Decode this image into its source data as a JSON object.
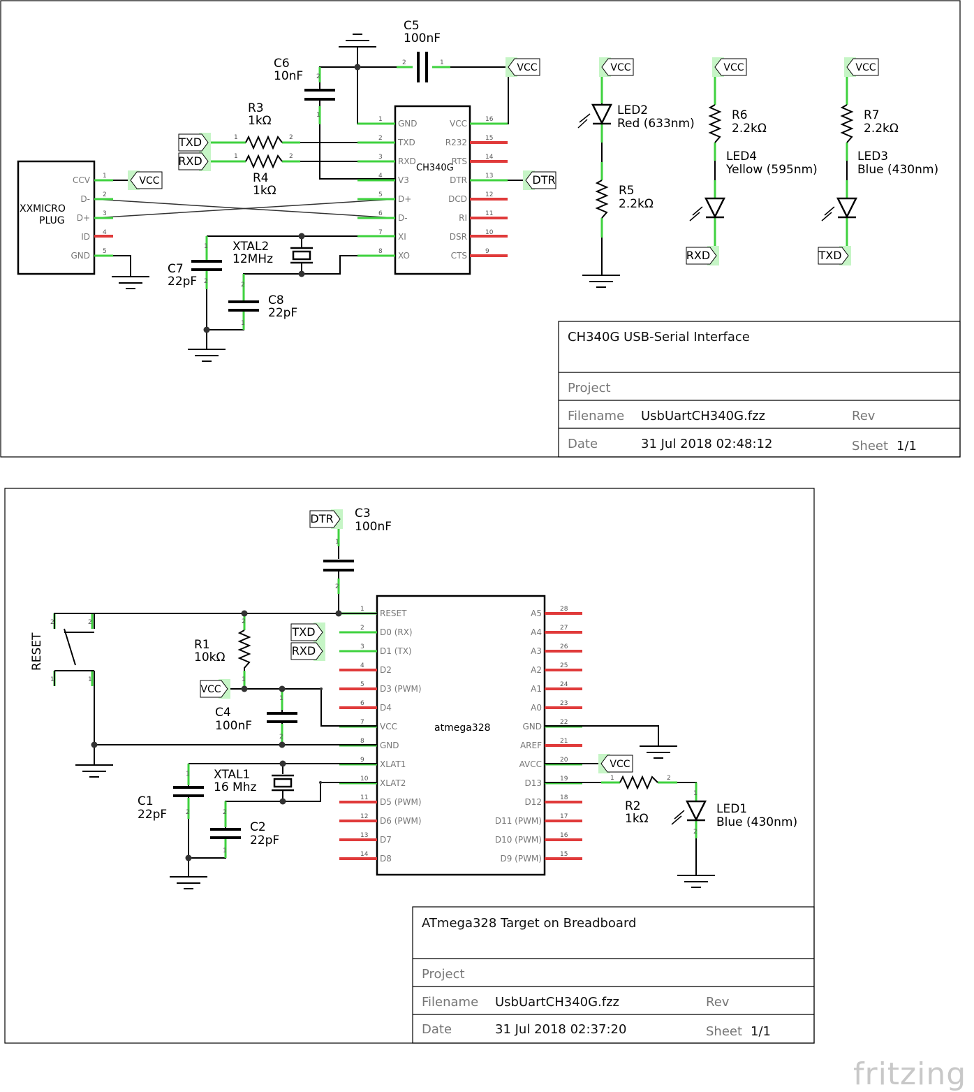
{
  "sheets": [
    {
      "title_block": {
        "title": "CH340G USB-Serial Interface",
        "project_label": "Project",
        "filename_label": "Filename",
        "filename": "UsbUartCH340G.fzz",
        "rev_label": "Rev",
        "date_label": "Date",
        "date": "31 Jul 2018 02:48:12",
        "sheet_label": "Sheet",
        "sheet": "1/1"
      },
      "chip": {
        "name": "CH340G",
        "left_pins": [
          {
            "num": "1",
            "name": "GND"
          },
          {
            "num": "2",
            "name": "TXD"
          },
          {
            "num": "3",
            "name": "RXD"
          },
          {
            "num": "4",
            "name": "V3"
          },
          {
            "num": "5",
            "name": "D+"
          },
          {
            "num": "6",
            "name": "D-"
          },
          {
            "num": "7",
            "name": "XI"
          },
          {
            "num": "8",
            "name": "XO"
          }
        ],
        "right_pins": [
          {
            "num": "16",
            "name": "VCC"
          },
          {
            "num": "15",
            "name": "R232"
          },
          {
            "num": "14",
            "name": "RTS"
          },
          {
            "num": "13",
            "name": "DTR"
          },
          {
            "num": "12",
            "name": "DCD"
          },
          {
            "num": "11",
            "name": "RI"
          },
          {
            "num": "10",
            "name": "DSR"
          },
          {
            "num": "9",
            "name": "CTS"
          }
        ]
      },
      "usb": {
        "name_line1": "XXMICRO",
        "name_line2": "PLUG",
        "pins": [
          {
            "num": "1",
            "name": "CCV"
          },
          {
            "num": "2",
            "name": "D-"
          },
          {
            "num": "3",
            "name": "D+"
          },
          {
            "num": "4",
            "name": "ID"
          },
          {
            "num": "5",
            "name": "GND"
          }
        ]
      },
      "components": {
        "c5": {
          "ref": "C5",
          "value": "100nF"
        },
        "c6": {
          "ref": "C6",
          "value": "10nF"
        },
        "r3": {
          "ref": "R3",
          "value": "1kΩ"
        },
        "r4": {
          "ref": "R4",
          "value": "1kΩ"
        },
        "xtal2": {
          "ref": "XTAL2",
          "value": "12MHz"
        },
        "c7": {
          "ref": "C7",
          "value": "22pF"
        },
        "c8": {
          "ref": "C8",
          "value": "22pF"
        },
        "led2": {
          "ref": "LED2",
          "value": "Red (633nm)"
        },
        "r5": {
          "ref": "R5",
          "value": "2.2kΩ"
        },
        "r6": {
          "ref": "R6",
          "value": "2.2kΩ"
        },
        "led4": {
          "ref": "LED4",
          "value": "Yellow (595nm)"
        },
        "r7": {
          "ref": "R7",
          "value": "2.2kΩ"
        },
        "led3": {
          "ref": "LED3",
          "value": "Blue (430nm)"
        }
      },
      "nets": {
        "vcc": "VCC",
        "txd": "TXD",
        "rxd": "RXD",
        "dtr": "DTR"
      }
    },
    {
      "title_block": {
        "title": "ATmega328 Target on Breadboard",
        "project_label": "Project",
        "filename_label": "Filename",
        "filename": "UsbUartCH340G.fzz",
        "rev_label": "Rev",
        "date_label": "Date",
        "date": "31 Jul 2018 02:37:20",
        "sheet_label": "Sheet",
        "sheet": "1/1"
      },
      "chip": {
        "name": "atmega328",
        "left_pins": [
          {
            "num": "1",
            "name": "RESET"
          },
          {
            "num": "2",
            "name": "D0 (RX)"
          },
          {
            "num": "3",
            "name": "D1 (TX)"
          },
          {
            "num": "4",
            "name": "D2"
          },
          {
            "num": "5",
            "name": "D3 (PWM)"
          },
          {
            "num": "6",
            "name": "D4"
          },
          {
            "num": "7",
            "name": "VCC"
          },
          {
            "num": "8",
            "name": "GND"
          },
          {
            "num": "9",
            "name": "XLAT1"
          },
          {
            "num": "10",
            "name": "XLAT2"
          },
          {
            "num": "11",
            "name": "D5 (PWM)"
          },
          {
            "num": "12",
            "name": "D6 (PWM)"
          },
          {
            "num": "13",
            "name": "D7"
          },
          {
            "num": "14",
            "name": "D8"
          }
        ],
        "right_pins": [
          {
            "num": "28",
            "name": "A5"
          },
          {
            "num": "27",
            "name": "A4"
          },
          {
            "num": "26",
            "name": "A3"
          },
          {
            "num": "25",
            "name": "A2"
          },
          {
            "num": "24",
            "name": "A1"
          },
          {
            "num": "23",
            "name": "A0"
          },
          {
            "num": "22",
            "name": "GND"
          },
          {
            "num": "21",
            "name": "AREF"
          },
          {
            "num": "20",
            "name": "AVCC"
          },
          {
            "num": "19",
            "name": "D13"
          },
          {
            "num": "18",
            "name": "D12"
          },
          {
            "num": "17",
            "name": "D11 (PWM)"
          },
          {
            "num": "16",
            "name": "D10 (PWM)"
          },
          {
            "num": "15",
            "name": "D9 (PWM)"
          }
        ]
      },
      "components": {
        "c3": {
          "ref": "C3",
          "value": "100nF"
        },
        "reset": {
          "ref": "RESET"
        },
        "r1": {
          "ref": "R1",
          "value": "10kΩ"
        },
        "c4": {
          "ref": "C4",
          "value": "100nF"
        },
        "xtal1": {
          "ref": "XTAL1",
          "value": "16 Mhz"
        },
        "c1": {
          "ref": "C1",
          "value": "22pF"
        },
        "c2": {
          "ref": "C2",
          "value": "22pF"
        },
        "r2": {
          "ref": "R2",
          "value": "1kΩ"
        },
        "led1": {
          "ref": "LED1",
          "value": "Blue (430nm)"
        }
      },
      "nets": {
        "vcc": "VCC",
        "txd": "TXD",
        "rxd": "RXD",
        "dtr": "DTR"
      }
    }
  ],
  "logo": "fritzing"
}
